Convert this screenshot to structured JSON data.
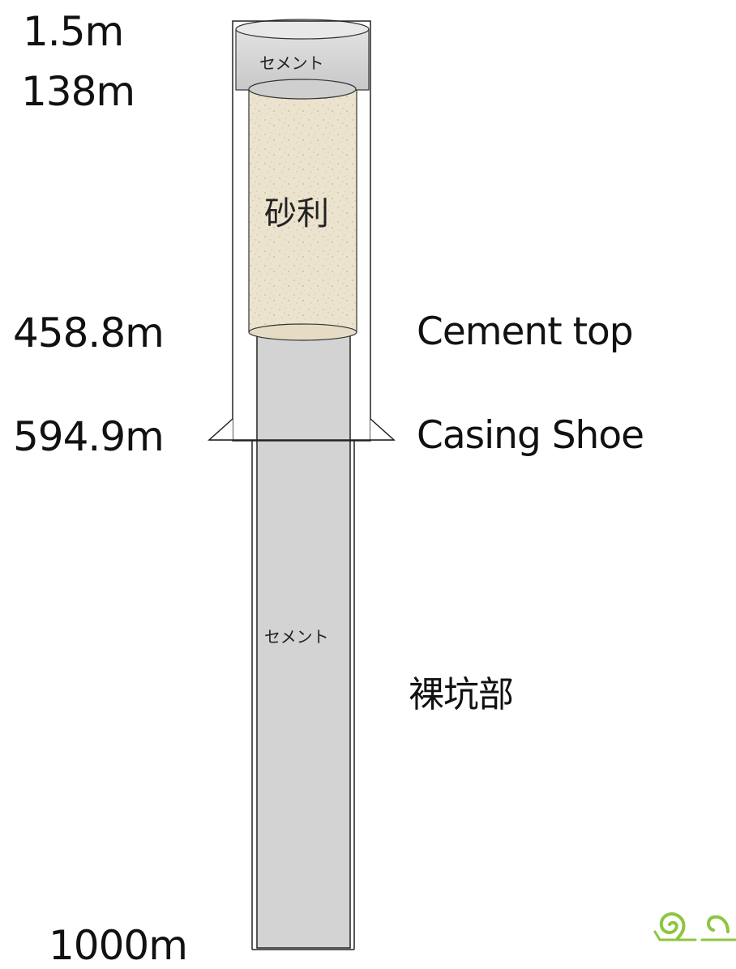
{
  "depth_labels": {
    "d1": "1.5m",
    "d2": "138m",
    "d3": "458.8m",
    "d4": "594.9m",
    "d5": "1000m"
  },
  "side_labels": {
    "cement_top": "Cement top",
    "casing_shoe": "Casing Shoe",
    "open_hole": "裸坑部"
  },
  "fill_labels": {
    "top_plug": "セメント",
    "gravel": "砂利",
    "lower_cement": "セメント"
  },
  "colors": {
    "cement_fill": "#d3d3d3",
    "gravel_fill": "#ece3cf",
    "outline": "#222222",
    "logo_green": "#8cc63f"
  }
}
